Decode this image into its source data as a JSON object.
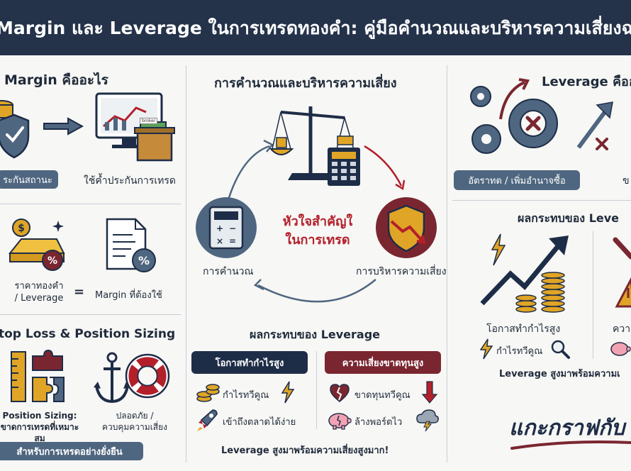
{
  "banner": {
    "title": "Margin และ Leverage ในการเทรดทองคำ: คู่มือคำนวณและบริหารความเสี่ยงฉบับ"
  },
  "left": {
    "margin_title": "Margin คืออะไร",
    "collateral_pill": "ระกันสถานะ",
    "collateral_caption": "ใช้ค้ำประกันการเทรด",
    "screen_label": "broker",
    "formula_left": "ราคาทองคำ\n/ Leverage",
    "formula_equals": "=",
    "formula_right": "Margin ที่ต้องใช้",
    "stop_title": "top Loss & Position Sizing",
    "sizing_caption": "Position Sizing:\nขาดการเทรดที่เหมาะสม",
    "safety_caption": "ปลอดภัย /\nควบคุมความเสี่ยง",
    "sustain_pill": "สำหรับการเทรดอย่างยั่งยืน"
  },
  "center": {
    "title": "การคำนวณและบริหารความเสี่ยง",
    "core_text": "หัวใจสำคัญใ\nในการเทรด",
    "calc_label": "การคำนวณ",
    "risk_label": "การบริหารความเสี่ยง",
    "impact_title": "ผลกระทบของ Leverage",
    "profit_pill": "โอกาสทำกำไรสูง",
    "loss_pill": "ความเสี่ยงขาดทุนสูง",
    "profit_items": [
      "กำไรทวีคูณ",
      "เข้าถึงตลาดได้ง่าย"
    ],
    "loss_items": [
      "ขาดทุนทวีคูณ",
      "ล้างพอร์ตไว"
    ],
    "footer": "Leverage สูงมาพร้อมความเสี่ยงสูงมาก!"
  },
  "right": {
    "lev_title": "Leverage คืออ",
    "ratio_pill": "อัตราทด / เพิ่มอำนาจซื้อ",
    "cut_letter": "ข",
    "impact_title": "ผลกระทบของ Leve",
    "profit_label": "โอกาสทำกำไรสูง",
    "profit_sub": "กำไรทวีคูณ",
    "risk_label": "ความ",
    "footer": "Leverage สูงมาพร้อมความเ"
  },
  "brand": {
    "text": "แกะกราฟกับ"
  },
  "colors": {
    "navy": "#1e2d47",
    "slate": "#4f6680",
    "maroon": "#7a2630",
    "gold": "#e0a526",
    "red": "#b3202a"
  }
}
